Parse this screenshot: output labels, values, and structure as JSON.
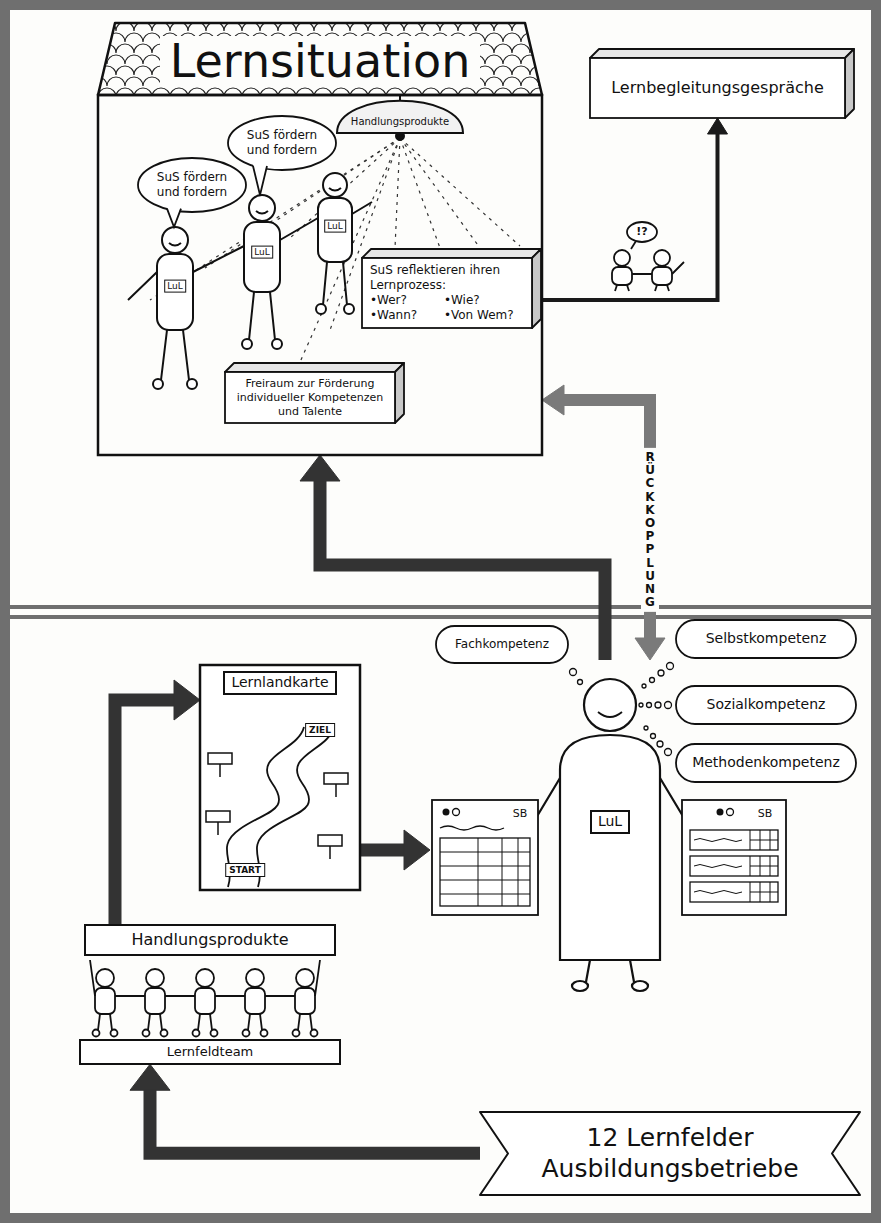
{
  "diagram": {
    "nodes": [
      {
        "text": [
          "Lernsituation"
        ]
      },
      {
        "text": [
          "SuS fördern und fordern"
        ],
        "in": 0
      },
      {
        "text": [
          "SuS fördern und fordern"
        ],
        "in": 0
      },
      {
        "text": [
          "Handlungsprodukte"
        ],
        "in": 0
      },
      {
        "text": [
          "SuS reflektieren ihren Lernprozess:",
          "•Wer?",
          "•Wie?",
          "•Wann?",
          "•Von Wem?"
        ],
        "in": 0
      },
      {
        "text": [
          "Freiraum zur Förderung individueller Kompetenzen und Talente"
        ],
        "in": 0
      },
      {
        "text": [
          "Lernbegleitungsgespräche"
        ]
      },
      {
        "text": [
          "Lernlandkarte"
        ]
      },
      {
        "text": [
          "Fachkompetenz"
        ]
      },
      {
        "text": [
          "Selbstkompetenz"
        ]
      },
      {
        "text": [
          "Sozialkompetenz"
        ]
      },
      {
        "text": [
          "Methodenkompetenz"
        ]
      },
      {
        "text": [
          "LuL"
        ]
      },
      {
        "text": [
          "Handlungsprodukte"
        ]
      },
      {
        "text": [
          "Lernfeldteam"
        ]
      },
      {
        "text": [
          "12 Lernfelder",
          "Ausbildungsbetriebe"
        ]
      }
    ],
    "edges": [
      {
        "from": 4,
        "to": 6,
        "arrow": "to"
      },
      {
        "from": 12,
        "to": 0,
        "arrow": "both",
        "label": "RÜCKKOPPLUNG"
      },
      {
        "from": 12,
        "to": 0,
        "arrow": "to"
      },
      {
        "from": 15,
        "to": 14,
        "arrow": "to"
      },
      {
        "from": 13,
        "to": 7,
        "arrow": "to"
      },
      {
        "from": 7,
        "to": 12,
        "arrow": "to"
      }
    ],
    "labels": [
      "LuL",
      "LuL",
      "LuL",
      "!?",
      "ZIEL",
      "START",
      "SB",
      "SB"
    ]
  }
}
